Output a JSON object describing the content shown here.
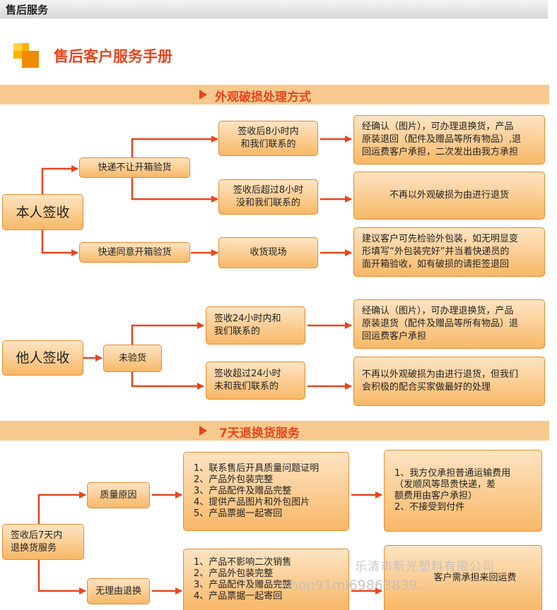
{
  "header": {
    "title": "售后服务"
  },
  "manual": {
    "title": "售后客户服务手册"
  },
  "section1": {
    "title": "外观破损处理方式",
    "self_sign": "本人签收",
    "courier_refuse": "快递不让开箱验货",
    "within_8h": "签收后8小时内\n和我们联系的",
    "within_8h_result": "经确认（图片），可办理退换货，产品\n原装退回（配件及赠品等所有物品）,退\n回运费客户承担，二次发出由我方承担",
    "over_8h": "签收后超过8小时\n没和我们联系的",
    "over_8h_result": "不再以外观破损为由进行退货",
    "courier_agree": "快递同意开箱验货",
    "on_site": "收货现场",
    "on_site_result": "建议客户可先检验外包装，如无明显变\n形填写“外包装完好”并当着快递员的\n面开箱验收，如有破损的请拒签退回",
    "other_sign": "他人签收",
    "not_inspected": "未验货",
    "within_24h": "签收24小时内和\n我们联系的",
    "within_24h_result": "经确认（图片），可办理退换货，产品\n原装退货（配件及赠品等所有物品）退\n回运费客户承担",
    "over_24h": "签收超过24小时\n未和我们联系的",
    "over_24h_result": "不再以外观破损为由进行退货，但我们\n会积极的配合买家做最好的处理"
  },
  "section2": {
    "title": "7天退换货服务",
    "seven_days": "签收后7天内\n退换货服务",
    "quality": "质量原因",
    "quality_list": "1、联系售后开具质量问题证明\n2、产品外包装完整\n3、产品配件及赠品完整\n4、提供产品图片和外包图片\n5、产品票据一起寄回",
    "quality_result": "1、我方仅承担普通运输费用\n（发顺风等昂贵快递，差\n额费用由客户承担）\n2、不接受到付件",
    "no_reason": "无理由退换",
    "no_reason_list": "1、产品不影响二次销售\n2、产品外包装完整\n3、产品配件及赠品完整\n4、产品票据一起寄回",
    "no_reason_result": "客户需承担来回运费"
  },
  "watermark": {
    "company": "乐清市新光塑料有限公司",
    "shop": "shop91ml69863839..."
  },
  "colors": {
    "accent": "#e8451c",
    "banner": "#f8c98f",
    "box_border": "#e88a2e"
  }
}
